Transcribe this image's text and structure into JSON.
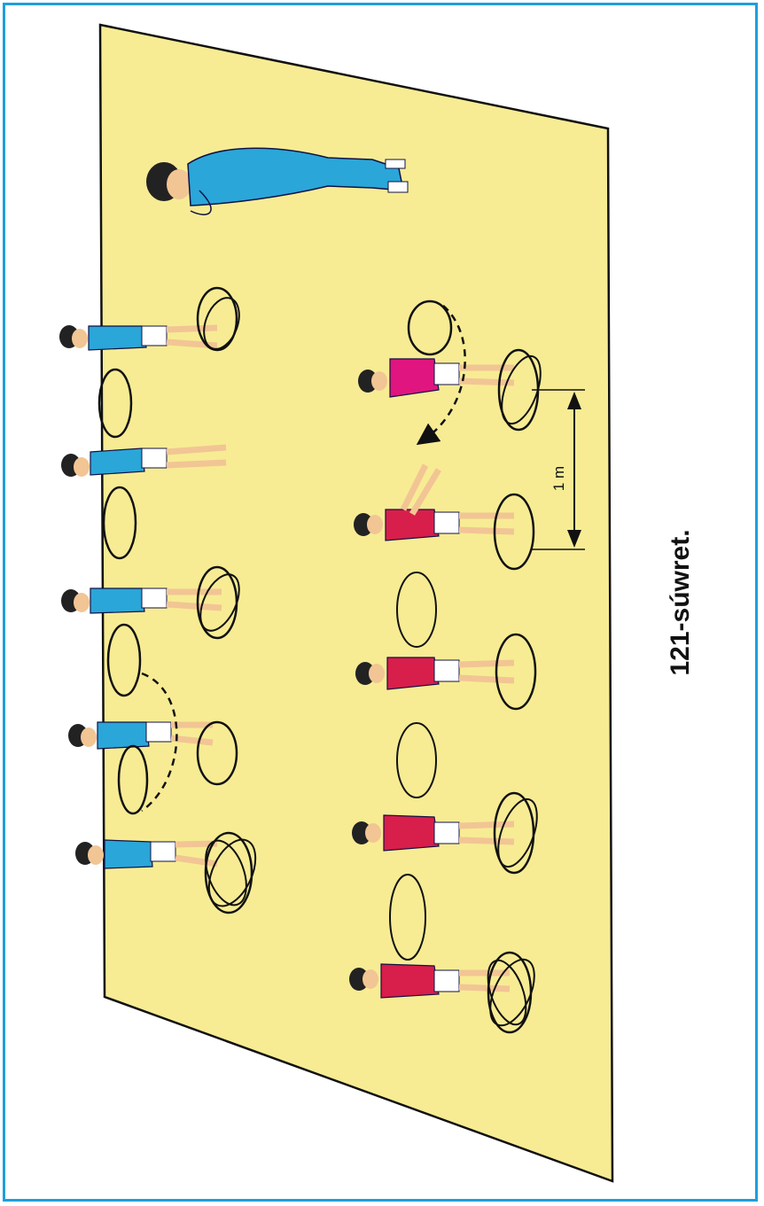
{
  "caption": "121-súwret.",
  "dimension_label": "1 m",
  "colors": {
    "frame_border": "#1e9fdc",
    "floor": "#f7ec94",
    "teacher_suit": "#2aa6d9",
    "row_left_shirt": "#2aa6d9",
    "row_right_shirt": "#d81e4a",
    "row_right_first_shirt": "#e0157f",
    "skin": "#f2c594",
    "hoop": "#111111"
  },
  "icons": {
    "teacher": "standing-teacher-figure",
    "child": "child-with-hoop-figure",
    "hoop": "hoop-ring-icon",
    "motion_arrow": "dashed-arc-arrow"
  }
}
